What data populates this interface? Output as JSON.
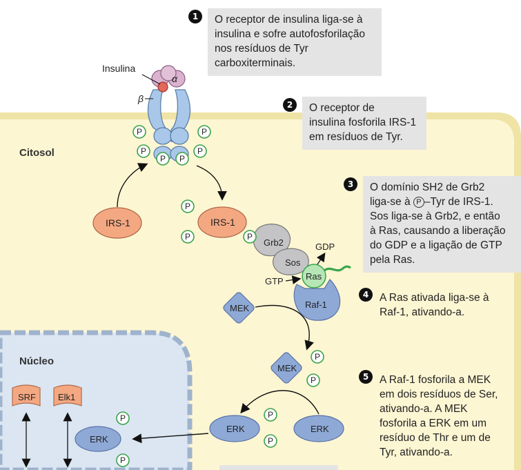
{
  "labels": {
    "insulina": "Insulina",
    "alpha": "α",
    "beta": "β",
    "citosol": "Citosol",
    "nucleo": "Núcleo",
    "p": "P",
    "irs1": "IRS-1",
    "grb2": "Grb2",
    "sos": "Sos",
    "ras": "Ras",
    "gdp": "GDP",
    "gtp": "GTP",
    "raf1": "Raf-1",
    "mek": "MEK",
    "erk": "ERK",
    "srf": "SRF",
    "elk1": "Elk1"
  },
  "steps": [
    {
      "num": "1",
      "text": "O receptor de insulina liga-se à\ninsulina e sofre autofosforilação\nnos resíduos de Tyr\ncarboxiterminais."
    },
    {
      "num": "2",
      "text": "O receptor de\ninsulina fosforila IRS-1\nem resíduos de Tyr."
    },
    {
      "num": "3",
      "text_pre": "O domínio SH2 de Grb2\nliga-se à ",
      "p_symbol": "P",
      "text_post": "–Tyr de IRS-1.\nSos liga-se à Grb2, e então\nà Ras, causando a liberação\ndo GDP e a ligação de GTP\npela Ras."
    },
    {
      "num": "4",
      "text": "A Ras ativada liga-se à\nRaf-1, ativando-a."
    },
    {
      "num": "5",
      "text": "A Raf-1 fosforila a MEK\nem dois resíduos de Ser,\nativando-a. A MEK\nfosforila a ERK em um\nresíduo de Thr e um de\nTyr, ativando-a."
    }
  ],
  "colors": {
    "cytosol": "#fdf6d3",
    "membrane": "#efe3a6",
    "nucleus": "#dbe6f2",
    "nuclear_envelope": "#9fb3cc",
    "receptor": "#a9c7e8",
    "insulin": "#d9b3cf",
    "irs1": "#f4a882",
    "grb2_sos": "#c4c4c6",
    "ras": "#b6e6b6",
    "kinase": "#8ea9d6",
    "p_circle": "#3aa34a",
    "step_box": "#e4e4e4"
  }
}
